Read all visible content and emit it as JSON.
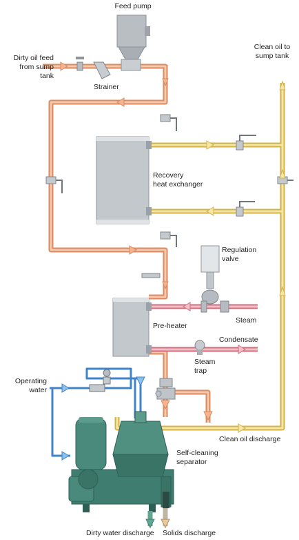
{
  "labels": {
    "feed_pump": "Feed pump",
    "dirty_oil_feed": "Dirty oil feed\nfrom sump\ntank",
    "strainer": "Strainer",
    "clean_oil_to_sump": "Clean oil to\nsump tank",
    "recovery_heat_exchanger": "Recovery\nheat exchanger",
    "regulation_valve": "Regulation\nvalve",
    "steam": "Steam",
    "pre_heater": "Pre-heater",
    "condensate": "Condensate",
    "steam_trap": "Steam\ntrap",
    "operating_water": "Operating\nwater",
    "clean_oil_discharge": "Clean oil discharge",
    "self_cleaning_separator": "Self-cleaning\nseparator",
    "dirty_water_discharge": "Dirty water discharge",
    "solids_discharge": "Solids discharge"
  },
  "colors": {
    "dirty_oil": "#e9a37d",
    "clean_oil": "#f1dc82",
    "steam": "#e59aa6",
    "water": "#4f8fd0",
    "equipment_grey": "#b6bcc2",
    "separator_green": "#3f7d70"
  }
}
